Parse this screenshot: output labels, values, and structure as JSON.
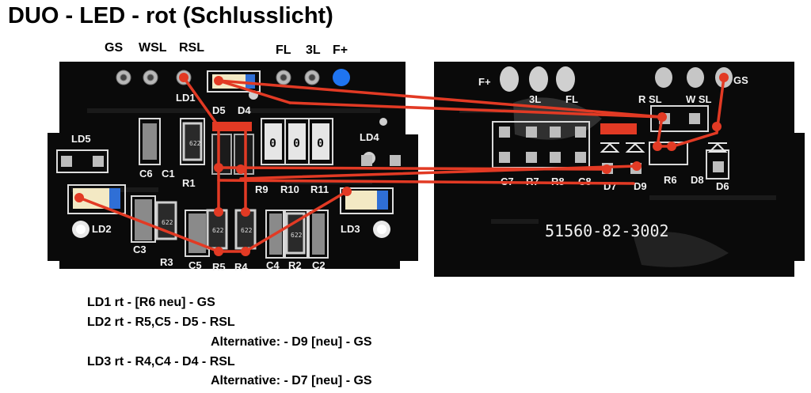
{
  "title": "DUO - LED - rot (Schlusslicht)",
  "pin_labels": [
    "GS",
    "WSL",
    "RSL",
    "FL",
    "3L",
    "F+"
  ],
  "board_left": {
    "labels": {
      "ld1": "LD1",
      "ld2": "LD2",
      "ld3": "LD3",
      "ld4": "LD4",
      "ld5": "LD5",
      "d5": "D5",
      "d4": "D4",
      "c6": "C6",
      "c1": "C1",
      "r1": "R1",
      "r9": "R9",
      "r10": "R10",
      "r11": "R11",
      "c3": "C3",
      "r3": "R3",
      "c5": "C5",
      "r5": "R5",
      "r4": "R4",
      "c4": "C4",
      "r2": "R2",
      "c2": "C2"
    },
    "resistor_codes": [
      "622",
      "622",
      "622",
      "622",
      "622"
    ],
    "zero_ohm": [
      "0",
      "0",
      "0"
    ]
  },
  "board_right": {
    "labels": {
      "fplus": "F+",
      "three_l": "3L",
      "fl": "FL",
      "rsl": "R SL",
      "wsl": "W SL",
      "gs": "GS",
      "c7": "C7",
      "r7": "R7",
      "r8": "R8",
      "c8": "C8",
      "d7": "D7",
      "d9": "D9",
      "r6": "R6",
      "d8": "D8",
      "d6": "D6"
    },
    "part_number": "51560-82-3002"
  },
  "notes": [
    "LD1 rt - [R6 neu] - GS",
    "LD2 rt - R5,C5 - D5 - RSL",
    "Alternative: - D9 [neu] - GS",
    "LD3 rt - R4,C4 - D4 - RSL",
    "Alternative: - D7 [neu] - GS"
  ],
  "colors": {
    "pcb": "#0a0a0a",
    "wire": "#e23a24",
    "pad": "#b8b8b8",
    "blue_dot": "#1f74f0"
  }
}
